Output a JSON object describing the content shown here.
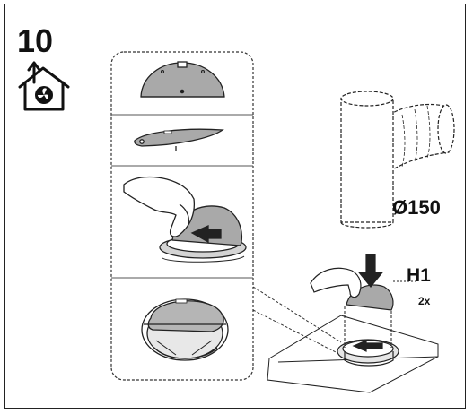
{
  "step": {
    "number": "10",
    "icon": "house-fan-recirculation-icon"
  },
  "labels": {
    "duct_diameter": "Ø150",
    "part_code": "H1",
    "quantity": "2x"
  },
  "colors": {
    "line": "#222222",
    "part_fill": "#a9a9a9",
    "part_fill_light": "#c8c8c8"
  }
}
